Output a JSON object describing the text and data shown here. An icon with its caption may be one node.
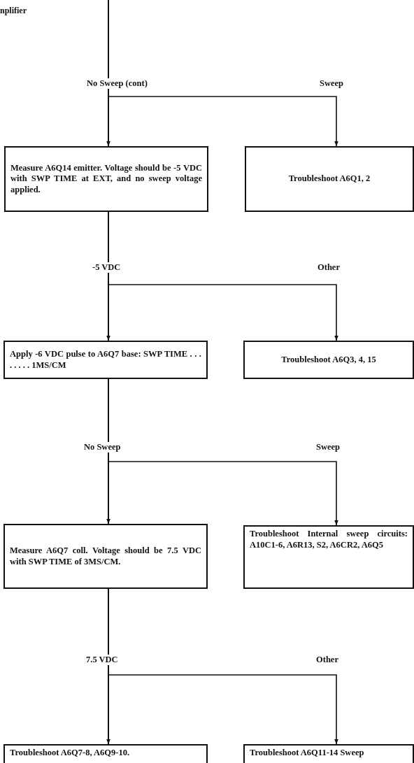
{
  "diagram": {
    "nodes": [
      {
        "text": [
          "Measure A6Q14 emitter. Voltage should be -5 VDC with SWP TIME at EXT, and no sweep voltage applied."
        ]
      },
      {
        "text": [
          "Troubleshoot A6Q1, 2"
        ]
      },
      {
        "text": [
          "Apply -6 VDC pulse to A6Q7 base: SWP TIME . . . . . . . . 1MS/CM"
        ]
      },
      {
        "text": [
          "Troubleshoot A6Q3, 4, 15"
        ]
      },
      {
        "text": [
          "Measure A6Q7 coll. Voltage should be 7.5 VDC with SWP TIME of 3MS/CM."
        ]
      },
      {
        "text": [
          "Troubleshoot Internal sweep circuits: A10C1-6, A6R13, S2, A6CR2, A6Q5"
        ]
      },
      {
        "text": [
          "Troubleshoot A6Q7-8, A6Q9-10."
        ]
      },
      {
        "text": [
          "Troubleshoot A6Q11-14 Sweep"
        ]
      }
    ],
    "edges": [
      {
        "from": null,
        "to": 0,
        "arrow": "to",
        "label": "No Sweep (cont)"
      },
      {
        "from": null,
        "to": 1,
        "arrow": "to",
        "label": "Sweep"
      },
      {
        "from": 0,
        "to": 2,
        "arrow": "to",
        "label": "-5 VDC"
      },
      {
        "from": 0,
        "to": 3,
        "arrow": "to",
        "label": "Other"
      },
      {
        "from": 2,
        "to": 4,
        "arrow": "to",
        "label": "No Sweep"
      },
      {
        "from": 2,
        "to": 5,
        "arrow": "to",
        "label": "Sweep"
      },
      {
        "from": 4,
        "to": 6,
        "arrow": "to",
        "label": "7.5 VDC"
      },
      {
        "from": 4,
        "to": 7,
        "arrow": "to",
        "label": "Other"
      }
    ],
    "labels": [
      "nplifier"
    ]
  }
}
